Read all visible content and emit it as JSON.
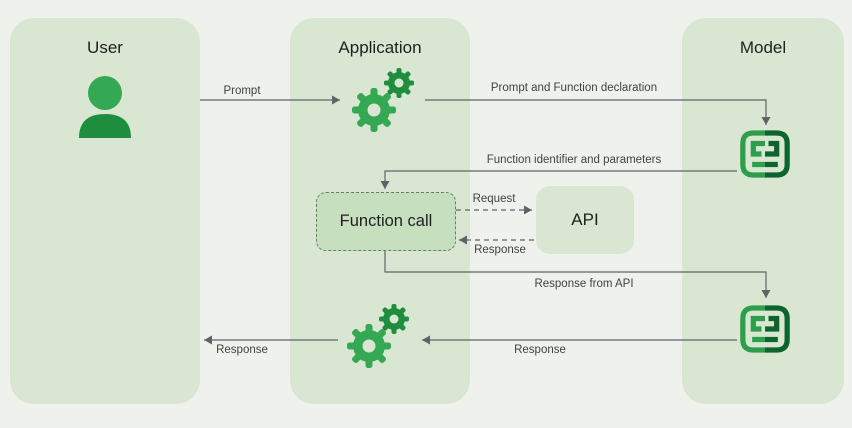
{
  "title": "Function calling flow diagram",
  "colors": {
    "canvas_bg": "#eef1ec",
    "lane_bg": "#d9e7d2",
    "function_call_bg": "#c6e0bf",
    "function_call_border": "#6f7772",
    "api_bg": "#d9e7d2",
    "arrow": "#5f6368",
    "green_light": "#34a853",
    "green_dark": "#1e8e3e",
    "model_green_left": "#2e9e4c",
    "model_green_right": "#0d652d"
  },
  "lanes": [
    {
      "label": "User"
    },
    {
      "label": "Application"
    },
    {
      "label": "Model"
    }
  ],
  "nodes": {
    "function_call": "Function call",
    "api": "API"
  },
  "labels": {
    "prompt": "Prompt",
    "prompt_and_function_declaration": "Prompt and Function declaration",
    "function_identifier_and_parameters": "Function identifier and parameters",
    "request": "Request",
    "api_response": "Response",
    "response_from_api": "Response from API",
    "model_response": "Response",
    "user_response": "Response"
  },
  "icons": {
    "user": "user-icon",
    "gears": "gears-icon",
    "model": "model-icon"
  }
}
